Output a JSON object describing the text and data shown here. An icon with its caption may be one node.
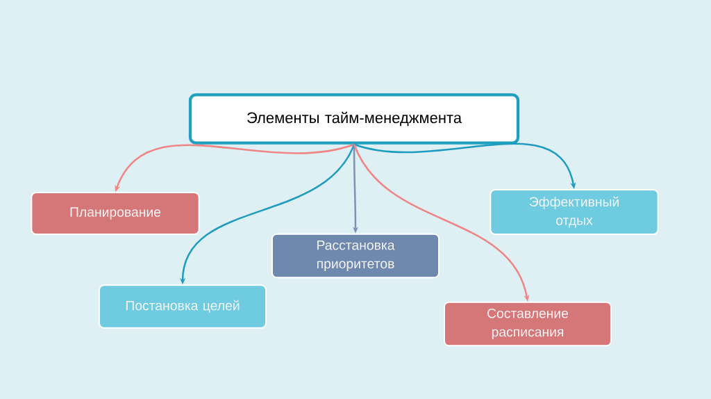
{
  "diagram": {
    "nodes": [
      {
        "text": [
          "Элементы тайм-менеджмента"
        ]
      },
      {
        "text": [
          "Планирование"
        ]
      },
      {
        "text": [
          "Постановка целей"
        ]
      },
      {
        "text": [
          "Расстановка приоритетов"
        ]
      },
      {
        "text": [
          "Эффективный отдых"
        ]
      },
      {
        "text": [
          "Составление расписания"
        ]
      }
    ],
    "edges": [
      {
        "from": 0,
        "to": 1,
        "arrow": "to",
        "color": "#f08585"
      },
      {
        "from": 0,
        "to": 2,
        "arrow": "to",
        "color": "#1e9cbf"
      },
      {
        "from": 0,
        "to": 3,
        "arrow": "to",
        "color": "#7e92b2"
      },
      {
        "from": 0,
        "to": 4,
        "arrow": "to",
        "color": "#1e9cbf"
      },
      {
        "from": 0,
        "to": 5,
        "arrow": "to",
        "color": "#f08585"
      }
    ]
  }
}
